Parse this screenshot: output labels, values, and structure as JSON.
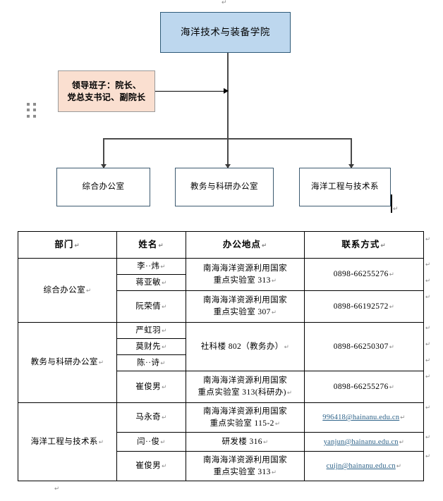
{
  "org_chart": {
    "root": {
      "label": "海洋技术与装备学院",
      "fill": "#bdd7ee",
      "border": "#2e5a78"
    },
    "leadership": {
      "line1": "领导班子：院长、",
      "line2": "党总支书记、副院长",
      "fill": "#fadfd0",
      "border": "#9a9a9a"
    },
    "departments": [
      {
        "label": "综合办公室"
      },
      {
        "label": "教务与科研办公室"
      },
      {
        "label": "海洋工程与技术系"
      }
    ],
    "connector_color": "#4a4a4a",
    "leadership_connector_color": "#000000"
  },
  "table": {
    "headers": [
      "部门",
      "姓名",
      "办公地点",
      "联系方式"
    ],
    "groups": [
      {
        "department": "综合办公室",
        "rows": [
          {
            "name_prefix": "李",
            "name_suffix": "炜",
            "name": "李··炜",
            "location": "南海海洋资源利用国家重点实验室 313",
            "location_line1": "南海海洋资源利用国家",
            "location_line2": "重点实验室 313",
            "contact": "0898-66255276",
            "contact_type": "phone"
          },
          {
            "name": "蒋亚敏",
            "contact_type": "phone"
          },
          {
            "name": "阮荣倩",
            "location_line1": "南海海洋资源利用国家",
            "location_line2": "重点实验室 307",
            "contact": "0898-66192572",
            "contact_type": "phone"
          }
        ]
      },
      {
        "department": "教务与科研办公室",
        "rows": [
          {
            "name": "严虹羽",
            "location_line1": "社科楼 802（教务办）",
            "location_line2": "",
            "contact": "0898-66250307",
            "contact_type": "phone"
          },
          {
            "name": "莫财先"
          },
          {
            "name_prefix": "陈",
            "name_suffix": "诗",
            "name": "陈··诗"
          },
          {
            "name": "崔俊男",
            "location_line1": "南海海洋资源利用国家",
            "location_line2": "重点实验室 313(科研办)",
            "contact": "0898-66255276",
            "contact_type": "phone"
          }
        ]
      },
      {
        "department": "海洋工程与技术系",
        "rows": [
          {
            "name": "马永奇",
            "location_line1": "南海海洋资源利用国家",
            "location_line2": "重点实验室 115-2",
            "contact": "996418@hainanu.edu.cn",
            "contact_type": "email"
          },
          {
            "name_prefix": "闫",
            "name_suffix": "俊",
            "name": "闫··俊",
            "location_line1": "研发楼 316",
            "location_line2": "",
            "contact": "yanjun@hainanu.edu.cn",
            "contact_type": "email"
          },
          {
            "name": "崔俊男",
            "location_line1": "南海海洋资源利用国家",
            "location_line2": "重点实验室 313",
            "contact": "cuijn@hainanu.edu.cn",
            "contact_type": "email"
          }
        ]
      }
    ],
    "email_color": "#2e6389"
  },
  "marks": {
    "pilcrow": "↵",
    "anchor_handle": "move-handle-dots"
  }
}
